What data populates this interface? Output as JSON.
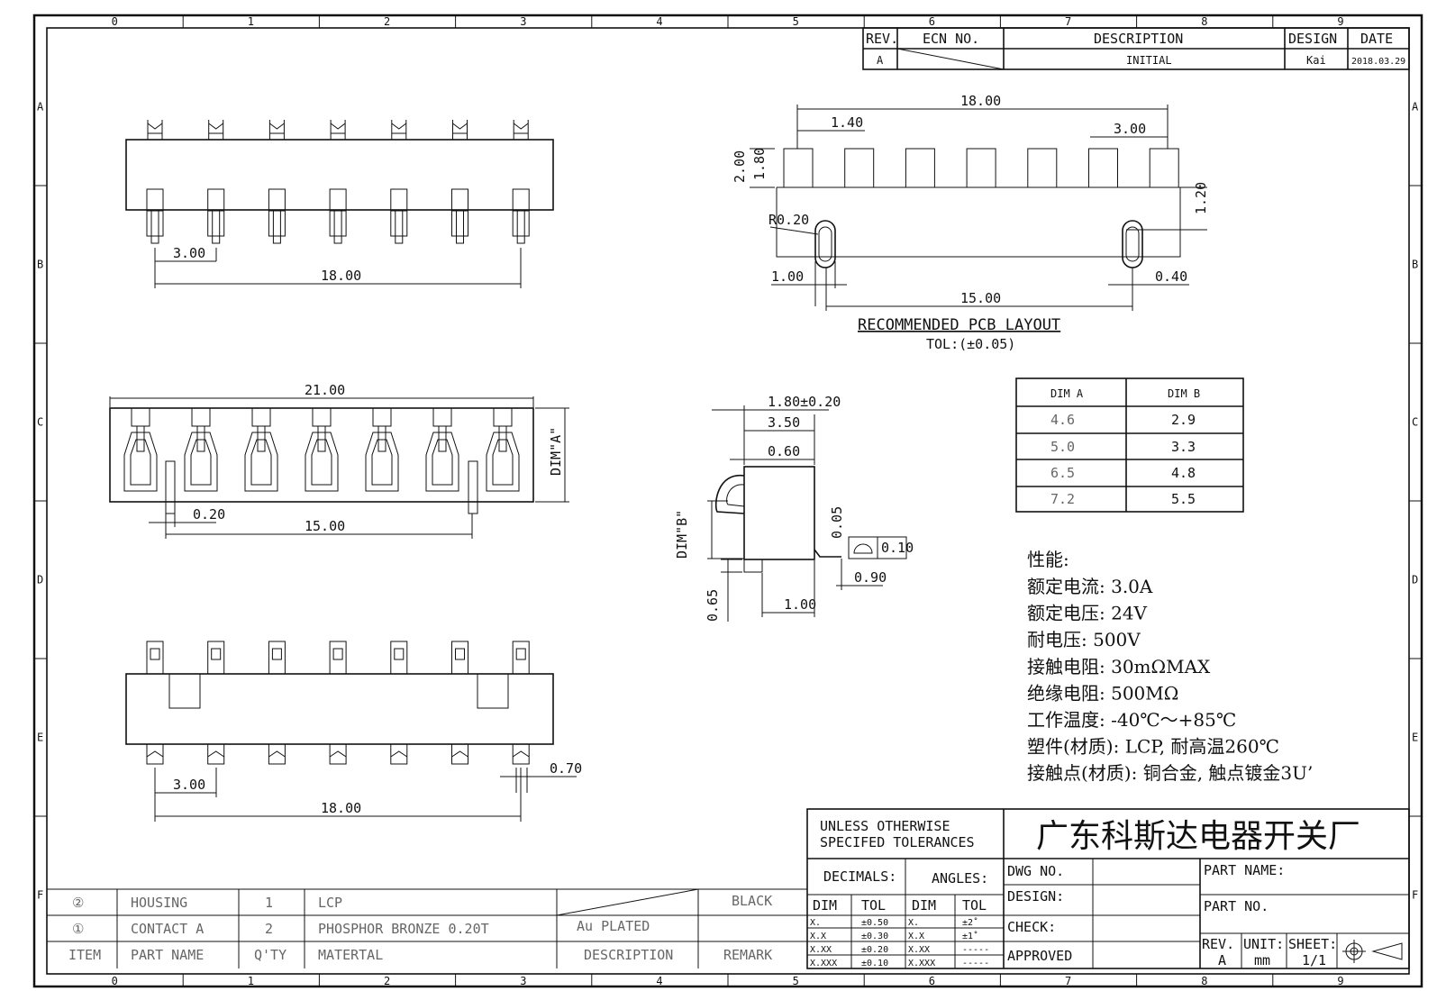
{
  "frame": {
    "col_labels": [
      "0",
      "1",
      "2",
      "3",
      "4",
      "5",
      "6",
      "7",
      "8",
      "9"
    ],
    "row_labels": [
      "A",
      "B",
      "C",
      "D",
      "E",
      "F"
    ]
  },
  "revision": {
    "headers": {
      "rev": "REV.",
      "ecn": "ECN NO.",
      "description": "DESCRIPTION",
      "design": "DESIGN",
      "date": "DATE"
    },
    "row": {
      "rev": "A",
      "description": "INITIAL",
      "design": "Kai",
      "date": "2018.03.29"
    }
  },
  "top_view": {
    "pitch": "3.00",
    "span": "18.00"
  },
  "pcb_layout": {
    "d_span": "18.00",
    "d_pad": "1.40",
    "d_pitch": "3.00",
    "d_h1": "2.00",
    "d_h2": "1.80",
    "d_radius": "R0.20",
    "d_slot": "1.20",
    "d_left": "1.00",
    "d_hole_span": "15.00",
    "d_right": "0.40",
    "title": "RECOMMENDED PCB LAYOUT",
    "tolerance": "TOL:(±0.05)"
  },
  "front_view": {
    "width": "21.00",
    "peg": "0.20",
    "peg_span": "15.00",
    "dim_a": "DIM\"A\""
  },
  "side_view": {
    "d1": "1.80±0.20",
    "d2": "3.50",
    "d3": "0.60",
    "d4": "0.05",
    "flatness": "0.10",
    "d5": "0.90",
    "d6": "1.00",
    "d7": "0.65",
    "dim_b": "DIM\"B\""
  },
  "bottom_view": {
    "pitch": "3.00",
    "span": "18.00",
    "lead": "0.70"
  },
  "dim_table": {
    "headers": [
      "DIM A",
      "DIM B"
    ],
    "rows": [
      [
        "4.6",
        "2.9"
      ],
      [
        "5.0",
        "3.3"
      ],
      [
        "6.5",
        "4.8"
      ],
      [
        "7.2",
        "5.5"
      ]
    ]
  },
  "specs": {
    "title": "性能:",
    "lines": [
      "额定电流: 3.0A",
      "额定电压: 24V",
      "耐电压: 500V",
      "接触电阻: 30mΩMAX",
      "绝缘电阻: 500MΩ",
      "工作温度: -40℃～+85℃",
      "塑件(材质): LCP, 耐高温260℃",
      "接触点(材质): 铜合金, 触点镀金3U’"
    ]
  },
  "bom": {
    "rows": [
      {
        "item": "②",
        "name": "HOUSING",
        "qty": "1",
        "material": "LCP",
        "description": "",
        "remark": "BLACK"
      },
      {
        "item": "①",
        "name": "CONTACT A",
        "qty": "2",
        "material": "PHOSPHOR BRONZE 0.20T",
        "description": "Au PLATED",
        "remark": ""
      }
    ],
    "header": {
      "item": "ITEM",
      "name": "PART NAME",
      "qty": "Q'TY",
      "material": "MATERTAL",
      "description": "DESCRIPTION",
      "remark": "REMARK"
    }
  },
  "title_block": {
    "tolerance_note_1": "UNLESS OTHERWISE",
    "tolerance_note_2": "SPECIFED TOLERANCES",
    "company": "广东科斯达电器开关厂",
    "decimals": "DECIMALS:",
    "angles": "ANGLES:",
    "dim": "DIM",
    "tol": "TOL",
    "decimal_rows": [
      [
        "X.",
        "±0.50"
      ],
      [
        "X.X",
        "±0.30"
      ],
      [
        "X.XX",
        "±0.20"
      ],
      [
        "X.XXX",
        "±0.10"
      ]
    ],
    "angle_rows": [
      [
        "X.",
        "±2˚"
      ],
      [
        "X.X",
        "±1˚"
      ],
      [
        "X.XX",
        "-----"
      ],
      [
        "X.XXX",
        "-----"
      ]
    ],
    "dwg_no": "DWG NO.",
    "design": "DESIGN:",
    "check": "CHECK:",
    "approved": "APPROVED",
    "part_name": "PART NAME:",
    "part_no": "PART NO.",
    "rev_label": "REV.",
    "rev": "A",
    "unit_label": "UNIT:",
    "unit": "mm",
    "sheet_label": "SHEET:",
    "sheet": "1/1"
  }
}
